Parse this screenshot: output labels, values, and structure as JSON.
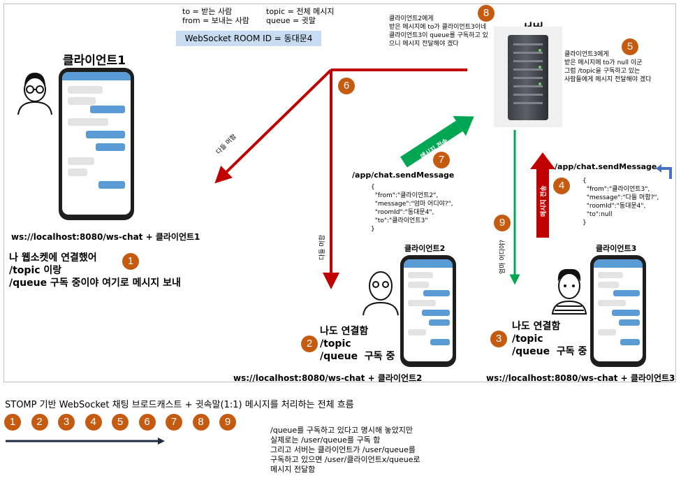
{
  "legend": {
    "to_line": "to = 받는 사람",
    "from_line": "from = 보내는 사람",
    "topic_line": "topic = 전체 메시지",
    "queue_line": "queue = 귓말",
    "room_id": "WebSocket ROOM ID = 동대문4"
  },
  "client1": {
    "title": "클라이언트1",
    "ws": "ws://localhost:8080/ws-chat + 클라이언트1",
    "msg_line1": "나 웹소켓에 연결했어",
    "msg_line2": "/topic 이랑",
    "msg_line3": "/queue 구독 중이야 여기로 메시지 보내",
    "step": "1"
  },
  "client2": {
    "title": "클라이언트2",
    "ws": "ws://localhost:8080/ws-chat + 클라이언트2",
    "connected": "나도 연결함",
    "topic": "/topic",
    "queue": "/queue  구독 중",
    "step": "2"
  },
  "client3": {
    "title": "클라이언트3",
    "ws": "ws://localhost:8080/ws-chat + 클라이언트3",
    "connected": "나도 연결함",
    "topic": "/topic",
    "queue": "/queue  구독 중",
    "step": "3"
  },
  "server": {
    "title": "서버"
  },
  "notes": {
    "step8_text": "클라이언트2에게\n받은 메시지에 to가 클라이언트3이네\n클라이언트3이 queue를 구독하고 있\n으니 메시지 전달해야 겠다",
    "step8": "8",
    "step5_text": "클라이언트3에게\n받은 메시지에 to가 null 이군\n그럼 /topic을 구독하고 있는\n사람들에게 메시지 전달해야 겠다",
    "step5": "5"
  },
  "arrows": {
    "step6": "6",
    "label_c1": "다들 머함",
    "label_c2": "다들 머함",
    "step7": "7",
    "send_label_7": "메시지 전송",
    "step4": "4",
    "send_label_4": "메시지 전송",
    "step9": "9",
    "label_c3": "엄마 어디야?"
  },
  "payload_c2": {
    "endpoint": "/app/chat.sendMessage",
    "body": "{\n  \"from\":\"클라이언트2\",\n  \"message\":\"엄마 어디야?\",\n  \"roomId\":\"동대문4\",\n  \"to\":\"클라이언트3\"\n}"
  },
  "payload_c3": {
    "endpoint": "/app/chat.sendMessage",
    "body": "{\n  \"from\":\"클라이언트3\",\n  \"message\":\"다들 머함?\",\n  \"roomId\":\"동대문4\",\n  \"to\":null\n}"
  },
  "bottom": {
    "title": "STOMP 기반 WebSocket 채팅 브로드캐스트 + 귓속말(1:1) 메시지를 처리하는 전체 흐름",
    "steps": [
      "1",
      "2",
      "3",
      "4",
      "5",
      "6",
      "7",
      "8",
      "9"
    ],
    "note": "/queue를 구독하고 있다고 명시해 놓았지만\n실제로는 /user/queue를 구독 함\n그리고 서버는 클라이언트가 /user/queue를\n구독하고 있으면 /user/클라이언트x/queue로\n메시지 전달함"
  },
  "colors": {
    "red": "#c00000",
    "green": "#00a651",
    "badge": "#c55a11",
    "phone_blue": "#5b9bd5",
    "room_bg": "#c7dcf0"
  }
}
